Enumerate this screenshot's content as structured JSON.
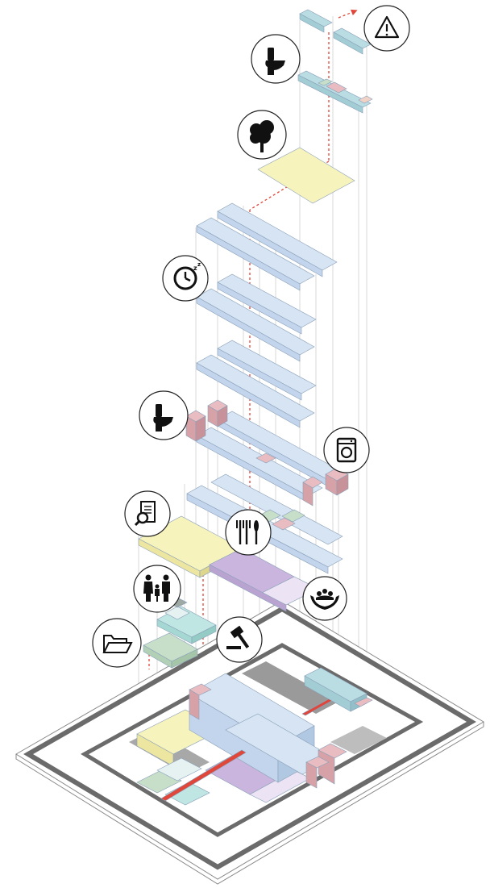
{
  "colors": {
    "blue": "#d6e4f3",
    "blue_dark": "#b9cde4",
    "blue_teal": "#b9dde3",
    "yellow": "#f7f3bd",
    "purple": "#c9b5dd",
    "lavender": "#ece4f4",
    "pink": "#e8bcc0",
    "pink_dark": "#d6a2a8",
    "green": "#c7dfc9",
    "teal": "#bfe6e3",
    "red_path": "#e0463a",
    "frame": "#6b6b6b",
    "frame_dark": "#4a4a4a"
  },
  "icons": [
    "warning-icon",
    "toilet-icon",
    "tree-icon",
    "clock-sleep-icon",
    "toilet-icon",
    "washing-machine-icon",
    "document-search-icon",
    "cutlery-icon",
    "family-icon",
    "community-care-icon",
    "folder-icon",
    "gavel-icon"
  ],
  "floors": [
    "rooftop-technical",
    "rooftop-sanitary",
    "roof-garden",
    "residential-upper",
    "residential-middle",
    "residential-lower",
    "service-level",
    "common-level",
    "family-level",
    "entrance-level",
    "ground-site"
  ]
}
